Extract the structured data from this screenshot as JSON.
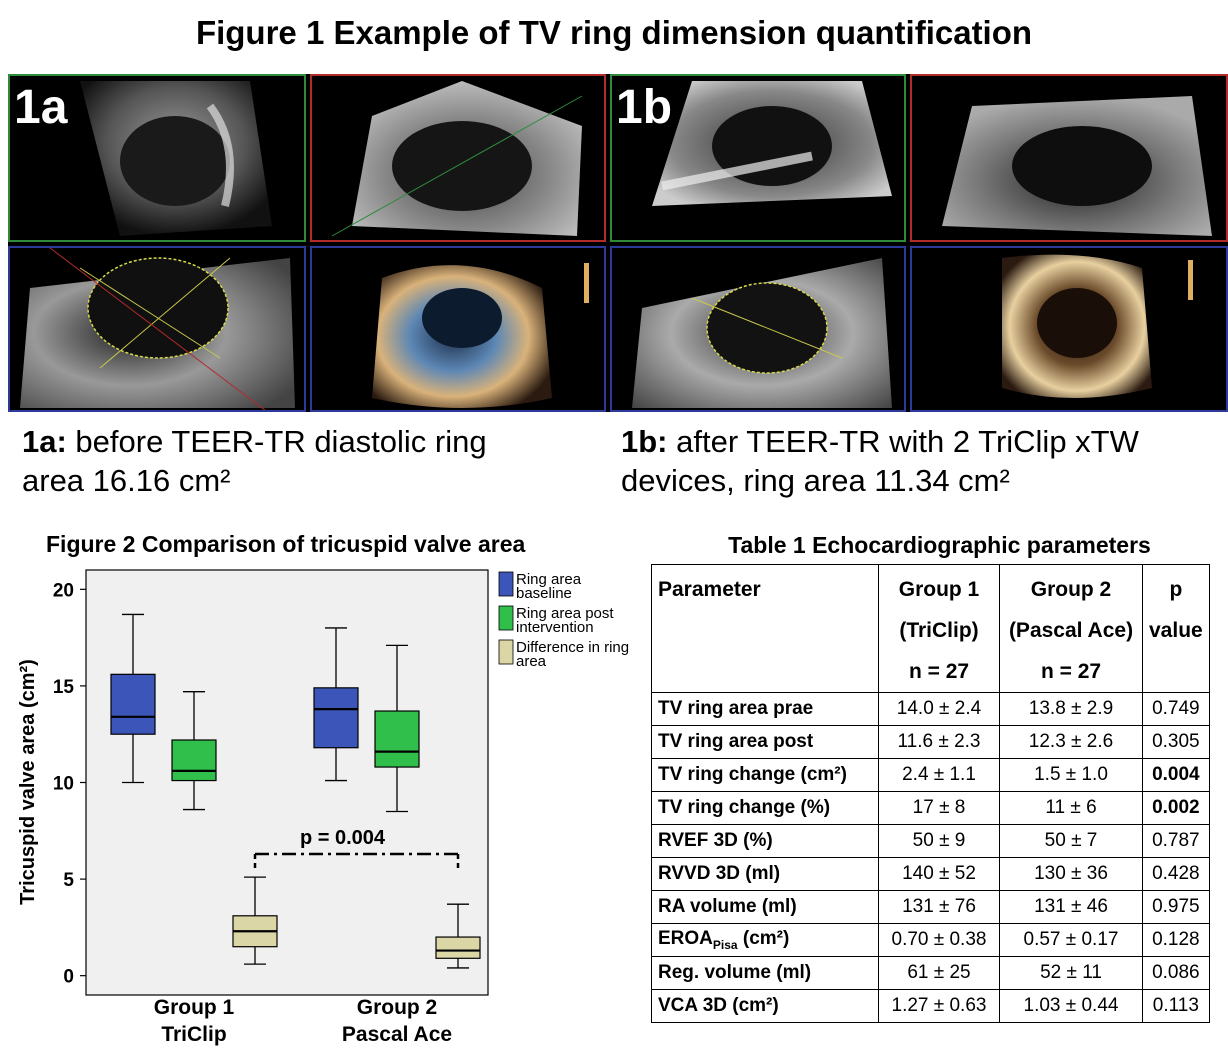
{
  "figure1": {
    "title": "Figure 1 Example of TV ring dimension quantification",
    "label_a": "1a",
    "label_b": "1b",
    "caption_a_bold": "1a:",
    "caption_a_line1": " before TEER-TR diastolic ring",
    "caption_a_line2": "area 16.16 cm²",
    "caption_b_bold": "1b:",
    "caption_b_line1": " after TEER-TR with 2 TriClip xTW",
    "caption_b_line2": "devices, ring area 11.34 cm²"
  },
  "figure2": {
    "title": "Figure 2 Comparison of tricuspid valve area",
    "ylabel": "Tricuspid valve area  (cm²)",
    "annotation": "p = 0.004",
    "group1_line1": "Group 1",
    "group1_line2": "TriClip",
    "group2_line1": "Group 2",
    "group2_line2": "Pascal Ace",
    "legend": [
      {
        "line1": "Ring area",
        "line2": "baseline",
        "color": "#3b55b8"
      },
      {
        "line1": "Ring area post",
        "line2": "intervention",
        "color": "#2fbf4a"
      },
      {
        "line1": "Difference in ring",
        "line2": "area",
        "color": "#dad6a6"
      }
    ]
  },
  "chart_data": {
    "type": "boxplot",
    "title": "Figure 2 Comparison of tricuspid valve area",
    "ylabel": "Tricuspid valve area  (cm²)",
    "ylim": [
      -1,
      21
    ],
    "yticks": [
      0,
      5,
      10,
      15,
      20
    ],
    "categories": [
      "Group 1 TriClip",
      "Group 2 Pascal Ace"
    ],
    "series": [
      {
        "name": "Ring area baseline",
        "color": "#3b55b8",
        "boxes": [
          {
            "min": 10.0,
            "q1": 12.5,
            "median": 13.4,
            "q3": 15.6,
            "max": 18.7
          },
          {
            "min": 10.1,
            "q1": 11.8,
            "median": 13.8,
            "q3": 14.9,
            "max": 18.0
          }
        ]
      },
      {
        "name": "Ring area post intervention",
        "color": "#2fbf4a",
        "boxes": [
          {
            "min": 8.6,
            "q1": 10.1,
            "median": 10.6,
            "q3": 12.2,
            "max": 14.7
          },
          {
            "min": 8.5,
            "q1": 10.8,
            "median": 11.6,
            "q3": 13.7,
            "max": 17.1
          }
        ]
      },
      {
        "name": "Difference in ring area",
        "color": "#dad6a6",
        "boxes": [
          {
            "min": 0.6,
            "q1": 1.5,
            "median": 2.3,
            "q3": 3.1,
            "max": 5.1
          },
          {
            "min": 0.4,
            "q1": 0.9,
            "median": 1.3,
            "q3": 2.0,
            "max": 3.7
          }
        ]
      }
    ],
    "annotation": {
      "text": "p = 0.004",
      "y": 6.3
    }
  },
  "table": {
    "title": "Table 1 Echocardiographic parameters",
    "headers": {
      "param": "Parameter",
      "g1": [
        "Group 1",
        "(TriClip)",
        "n = 27"
      ],
      "g2": [
        "Group 2",
        "(Pascal Ace)",
        "n = 27"
      ],
      "p": [
        "p",
        "value"
      ]
    },
    "rows": [
      {
        "name": "TV ring area prae",
        "g1": "14.0 ± 2.4",
        "g2": "13.8 ± 2.9",
        "p": "0.749"
      },
      {
        "name": "TV ring area post",
        "g1": "11.6 ± 2.3",
        "g2": "12.3 ± 2.6",
        "p": "0.305"
      },
      {
        "name": "TV ring change (cm²)",
        "g1": "2.4 ± 1.1",
        "g2": "1.5 ± 1.0",
        "p": "0.004"
      },
      {
        "name": "TV ring change (%)",
        "g1": "17 ± 8",
        "g2": "11 ± 6",
        "p": "0.002"
      },
      {
        "name": "RVEF 3D (%)",
        "g1": "50 ± 9",
        "g2": "50 ± 7",
        "p": "0.787"
      },
      {
        "name": "RVVD 3D (ml)",
        "g1": "140 ± 52",
        "g2": "130 ± 36",
        "p": "0.428"
      },
      {
        "name": "RA volume (ml)",
        "g1": "131 ± 76",
        "g2": "131 ± 46",
        "p": "0.975"
      },
      {
        "name_main": "EROA",
        "name_sub": "Pisa",
        "name_tail": " (cm²)",
        "g1": "0.70 ± 0.38",
        "g2": "0.57 ± 0.17",
        "p": "0.128"
      },
      {
        "name": "Reg. volume (ml)",
        "g1": "61 ± 25",
        "g2": "52 ± 11",
        "p": "0.086"
      },
      {
        "name": "VCA 3D (cm²)",
        "g1": "1.27 ± 0.63",
        "g2": "1.03 ± 0.44",
        "p": "0.113"
      }
    ]
  }
}
